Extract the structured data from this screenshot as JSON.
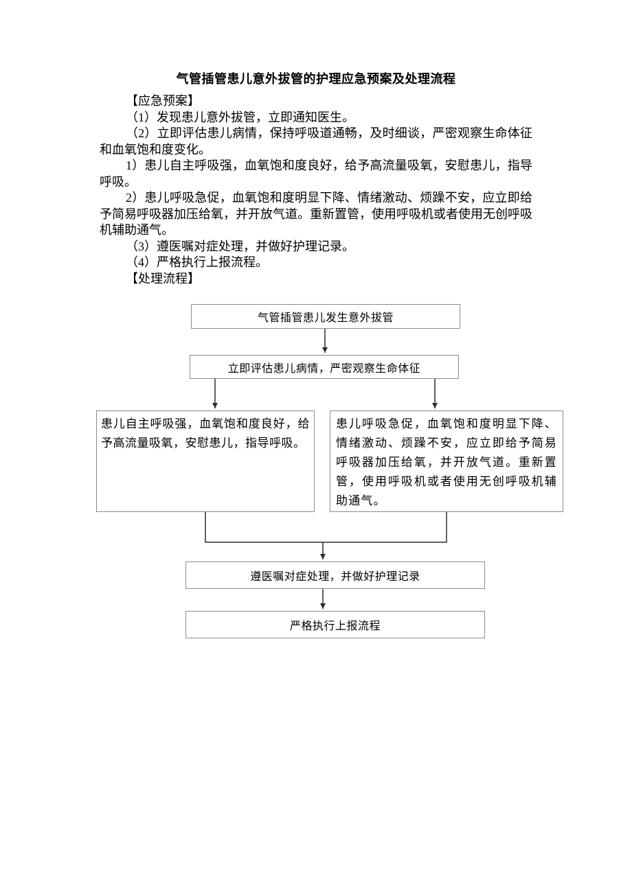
{
  "document": {
    "title": "气管插管患儿意外拔管的护理应急预案及处理流程",
    "sections": {
      "emergency_plan_header": "【应急预案】",
      "process_header": "【处理流程】"
    },
    "paragraphs": [
      "（1）发现患儿意外拔管，立即通知医生。",
      "（2）立即评估患儿病情，保持呼吸道通畅，及时细谈，严密观察生命体征和血氧饱和度变化。",
      "1）患儿自主呼吸强，血氧饱和度良好，给予高流量吸氧，安慰患儿，指导呼吸。",
      "2）患儿呼吸急促，血氧饱和度明显下降、情绪激动、烦躁不安，应立即给予简易呼吸器加压给氧，并开放气道。重新置管，使用呼吸机或者使用无创呼吸机辅助通气。",
      "（3）遵医嘱对症处理，并做好护理记录。",
      "（4）严格执行上报流程。"
    ]
  },
  "flowchart": {
    "nodes": {
      "start": "气管插管患儿发生意外拔管",
      "assess": "立即评估患儿病情，严密观察生命体征",
      "branch_left": "患儿自主呼吸强，血氧饱和度良好，给予高流量吸氧，安慰患儿，指导呼吸。",
      "branch_right": "患儿呼吸急促，血氧饱和度明显下降、情绪激动、烦躁不安，应立即给予简易呼吸器加压给氧，并开放气道。重新置管，使用呼吸机或者使用无创呼吸机辅助通气。",
      "treat": "遵医嘱对症处理，并做好护理记录",
      "report": "严格执行上报流程"
    }
  },
  "colors": {
    "box_border": "#8a8a8a",
    "connector": "#2b2b2b",
    "text": "#000000"
  }
}
